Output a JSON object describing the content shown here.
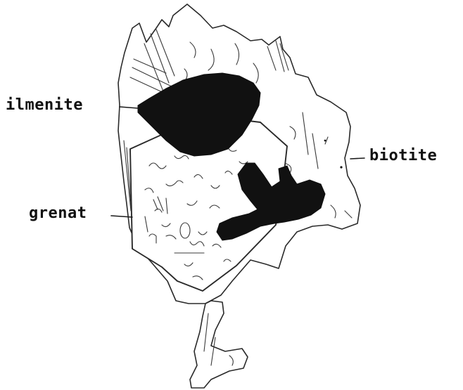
{
  "labels": {
    "ilmenite": "ilmenite",
    "grenat": "grenat",
    "biotite": "biotite"
  },
  "colors": {
    "ink": "#111111",
    "paper": "#ffffff"
  }
}
